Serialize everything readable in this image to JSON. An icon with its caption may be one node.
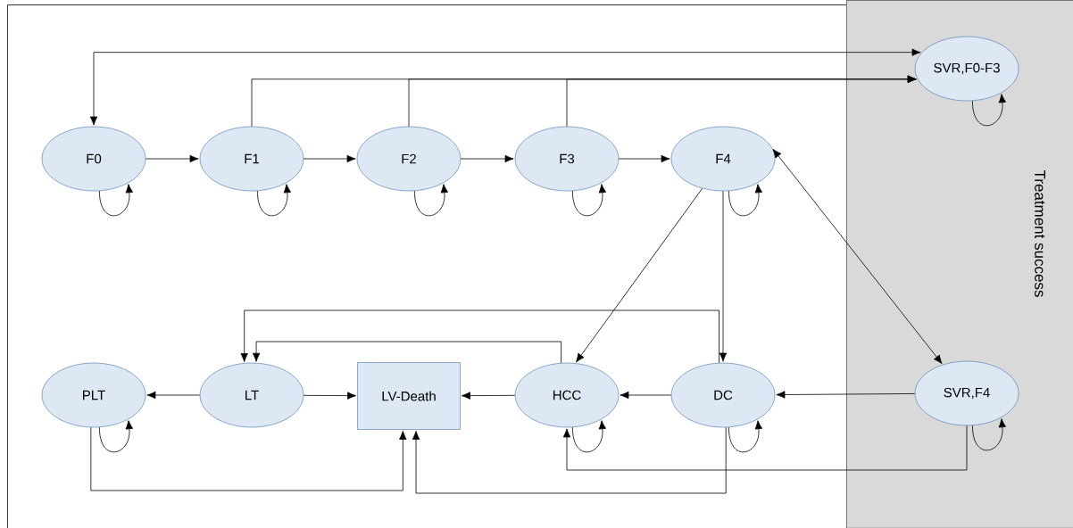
{
  "diagram": {
    "nodes": [
      {
        "text": [
          "Treatment success"
        ]
      },
      {
        "text": [
          "F0"
        ]
      },
      {
        "text": [
          "F1"
        ]
      },
      {
        "text": [
          "F2"
        ]
      },
      {
        "text": [
          "F3"
        ]
      },
      {
        "text": [
          "F4"
        ]
      },
      {
        "text": [
          "SVR,F0-F3"
        ],
        "in": 0
      },
      {
        "text": [
          "PLT"
        ]
      },
      {
        "text": [
          "LT"
        ]
      },
      {
        "text": [
          "LV-Death"
        ]
      },
      {
        "text": [
          "HCC"
        ]
      },
      {
        "text": [
          "DC"
        ]
      },
      {
        "text": [
          "SVR,F4"
        ],
        "in": 0
      }
    ],
    "edges": [
      {
        "from": 1,
        "to": 2,
        "arrow": "to"
      },
      {
        "from": 2,
        "to": 3,
        "arrow": "to"
      },
      {
        "from": 3,
        "to": 4,
        "arrow": "to"
      },
      {
        "from": 4,
        "to": 5,
        "arrow": "to"
      },
      {
        "from": 1,
        "to": 6,
        "arrow": "both"
      },
      {
        "from": 2,
        "to": 6,
        "arrow": "to"
      },
      {
        "from": 3,
        "to": 6,
        "arrow": "to"
      },
      {
        "from": 4,
        "to": 6,
        "arrow": "to"
      },
      {
        "from": 5,
        "to": 10,
        "arrow": "to"
      },
      {
        "from": 5,
        "to": 11,
        "arrow": "to"
      },
      {
        "from": 5,
        "to": 12,
        "arrow": "both"
      },
      {
        "from": 12,
        "to": 11,
        "arrow": "to"
      },
      {
        "from": 11,
        "to": 10,
        "arrow": "to"
      },
      {
        "from": 10,
        "to": 9,
        "arrow": "to"
      },
      {
        "from": 8,
        "to": 9,
        "arrow": "to"
      },
      {
        "from": 8,
        "to": 7,
        "arrow": "to"
      },
      {
        "from": 11,
        "to": 8,
        "arrow": "to"
      },
      {
        "from": 10,
        "to": 8,
        "arrow": "to"
      },
      {
        "from": 7,
        "to": 9,
        "arrow": "to"
      },
      {
        "from": 11,
        "to": 9,
        "arrow": "to"
      },
      {
        "from": 12,
        "to": 10,
        "arrow": "to"
      },
      {
        "from": 1,
        "to": 1,
        "arrow": "to"
      },
      {
        "from": 2,
        "to": 2,
        "arrow": "to"
      },
      {
        "from": 3,
        "to": 3,
        "arrow": "to"
      },
      {
        "from": 4,
        "to": 4,
        "arrow": "to"
      },
      {
        "from": 5,
        "to": 5,
        "arrow": "to"
      },
      {
        "from": 6,
        "to": 6,
        "arrow": "to"
      },
      {
        "from": 7,
        "to": 7,
        "arrow": "to"
      },
      {
        "from": 10,
        "to": 10,
        "arrow": "to"
      },
      {
        "from": 11,
        "to": 11,
        "arrow": "to"
      },
      {
        "from": 12,
        "to": 12,
        "arrow": "to"
      }
    ]
  }
}
